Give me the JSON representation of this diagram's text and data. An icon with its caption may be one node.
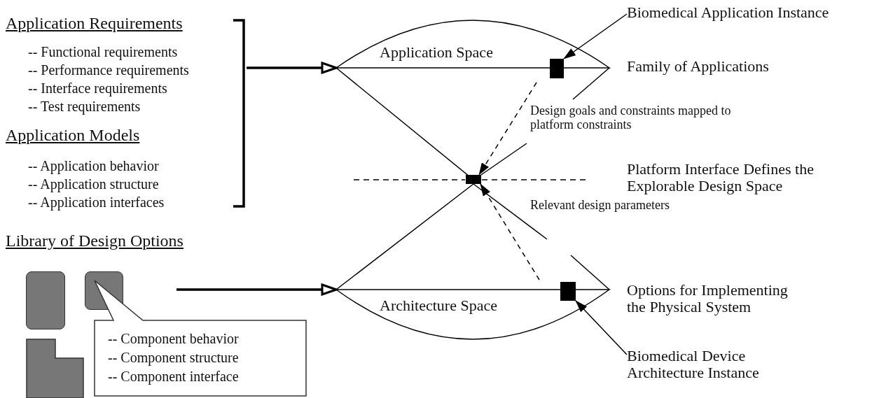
{
  "diagram": {
    "nodes": [
      {
        "text": [
          "Application Requirements",
          "-- Functional requirements",
          "-- Performance requirements",
          "-- Interface requirements",
          "-- Test requirements",
          "Application Models",
          "-- Application behavior",
          "-- Application structure",
          "-- Application interfaces"
        ]
      },
      {
        "text": [
          "Application Space"
        ],
        "beside": [
          "Family of Applications"
        ]
      },
      {
        "text": [],
        "shape": "box",
        "in": 1
      },
      {
        "text": [
          "Biomedical Application Instance"
        ]
      },
      {
        "text": [],
        "shape": "box"
      },
      {
        "text": [
          "Architecture Space"
        ],
        "beside": [
          "Options for Implementing the Physical System"
        ]
      },
      {
        "text": [],
        "shape": "box",
        "in": 5
      },
      {
        "text": [
          "Biomedical Device Architecture Instance"
        ]
      },
      {
        "text": [
          "Library of Design Options"
        ]
      },
      {
        "text": [],
        "shape": "box"
      },
      {
        "text": [],
        "shape": "box"
      },
      {
        "text": [],
        "shape": "box"
      },
      {
        "text": [
          "-- Component behavior",
          "-- Component structure",
          "-- Component interface"
        ]
      }
    ],
    "edges": [
      {
        "from": 0,
        "to": 1,
        "arrow": "to",
        "style": "thick"
      },
      {
        "from": 3,
        "to": 2,
        "arrow": "to"
      },
      {
        "from": 1,
        "to": 4,
        "arrow": "to",
        "style": "dashed"
      },
      {
        "from": 5,
        "to": 4,
        "arrow": "to",
        "style": "dashed"
      },
      {
        "from": 7,
        "to": 6,
        "arrow": "to"
      },
      {
        "from": null,
        "to": 5,
        "arrow": "to",
        "style": "thick"
      }
    ],
    "labels": [
      "Design goals and constraints mapped to platform constraints",
      "Platform Interface Defines the Explorable Design Space",
      "Relevant design parameters"
    ]
  }
}
